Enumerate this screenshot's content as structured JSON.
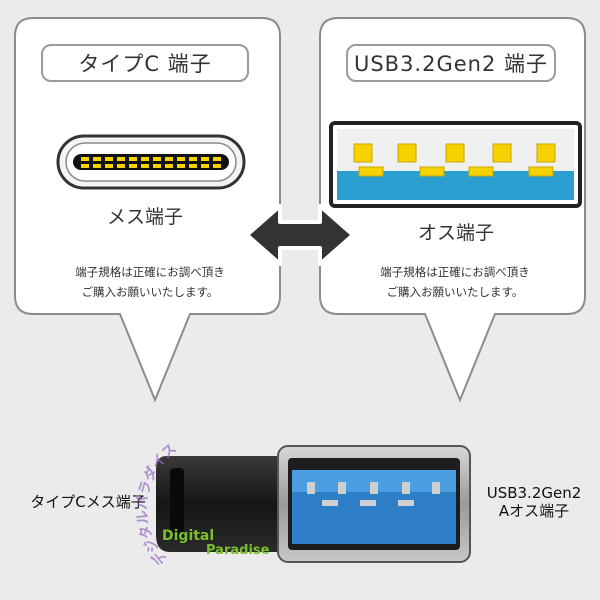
{
  "left_panel": {
    "title": "タイプC 端子",
    "connector_label": "メス端子",
    "note_line1": "端子規格は正確にお調べ頂き",
    "note_line2": "ご購入お願いいたします。"
  },
  "right_panel": {
    "title": "USB3.2Gen2 端子",
    "connector_label": "オス端子",
    "note_line1": "端子規格は正確にお調べ頂き",
    "note_line2": "ご購入お願いいたします。"
  },
  "product": {
    "left_label": "タイプCメス端子",
    "right_label_line1": "USB3.2Gen2",
    "right_label_line2": "Aオス端子"
  },
  "watermark": {
    "line1": "Digital",
    "line2": "Paradise",
    "arc_text": "デジタルパラダイス"
  },
  "icons": {
    "arrow": "double-arrow-icon",
    "typec": "usb-c-port-icon",
    "usba": "usb-a-port-icon"
  },
  "colors": {
    "accent_blue": "#2b9fd0",
    "pin_yellow": "#f5d200",
    "watermark_green": "#7bbf2a"
  }
}
